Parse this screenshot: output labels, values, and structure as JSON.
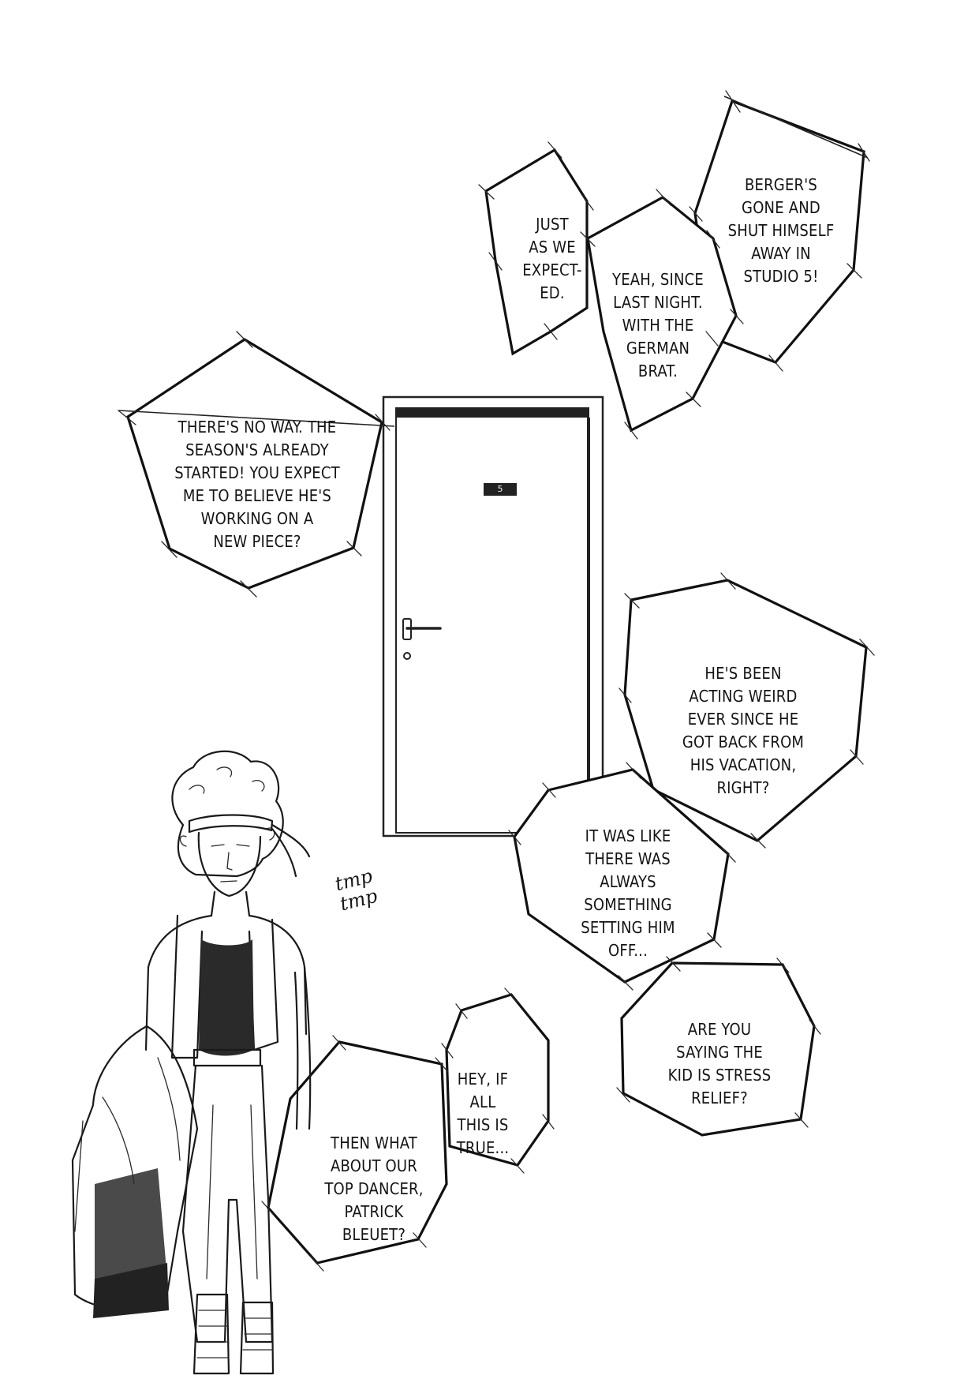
{
  "bubbles": {
    "bergers_gone": "BERGER'S\nGONE AND\nSHUT HIMSELF\nAWAY IN\nSTUDIO 5!",
    "just_as": "JUST\nAS WE\nEXPECT-\nED.",
    "since_last_night": "YEAH, SINCE\nLAST NIGHT.\nWITH THE\nGERMAN\nBRAT.",
    "no_way": "THERE'S NO WAY. THE\nSEASON'S ALREADY\nSTARTED! YOU EXPECT\nME TO BELIEVE HE'S\nWORKING ON A\nNEW PIECE?",
    "acting_weird": "HE'S BEEN\nACTING WEIRD\nEVER SINCE HE\nGOT BACK FROM\nHIS VACATION,\nRIGHT?",
    "like_there_was": "IT WAS LIKE\nTHERE WAS\nALWAYS\nSOMETHING\nSETTING HIM\nOFF...",
    "stress_relief": "ARE YOU\nSAYING THE\nKID IS STRESS\nRELIEF?",
    "if_true": "HEY, IF\nALL\nTHIS IS\nTRUE...",
    "top_dancer": "THEN WHAT\nABOUT OUR\nTOP DANCER,\nPATRICK\nBLEUET?"
  },
  "sfx": "tmp\ntmp",
  "door": {
    "number": "5"
  }
}
